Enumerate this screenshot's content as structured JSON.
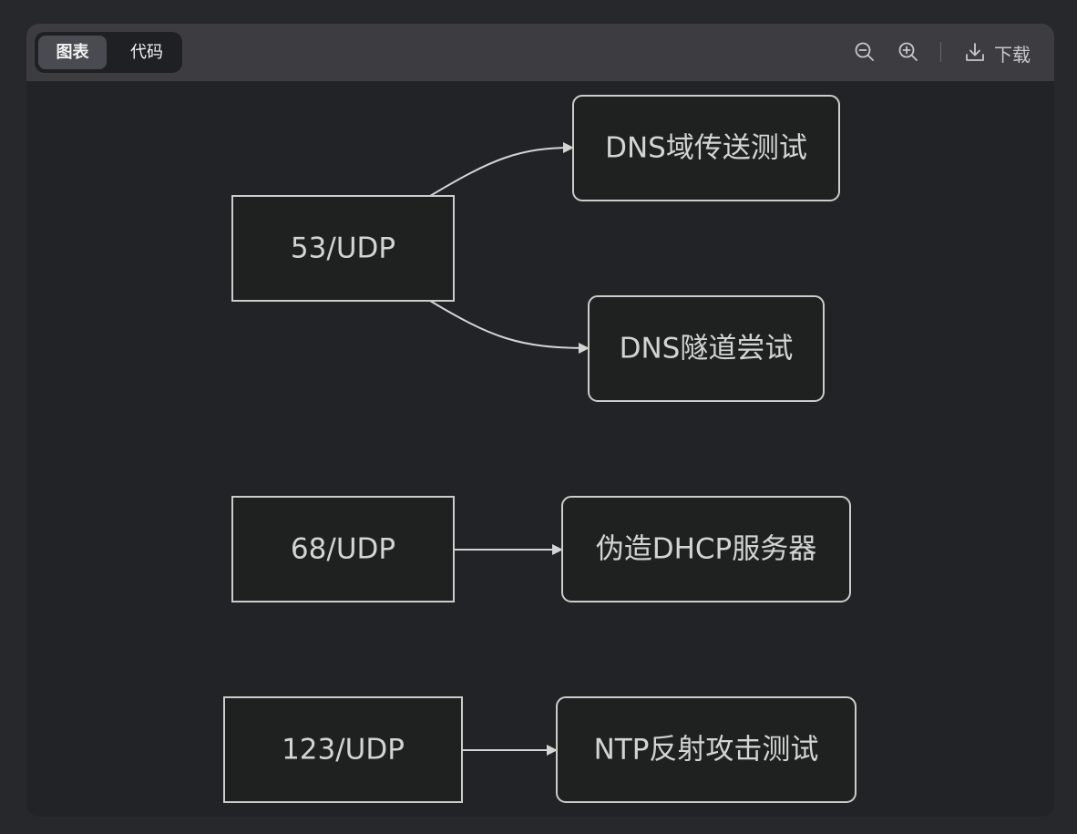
{
  "toolbar": {
    "tabs": [
      {
        "label": "图表",
        "active": true
      },
      {
        "label": "代码",
        "active": false
      }
    ],
    "zoom_out_icon": "zoom-out-icon",
    "zoom_in_icon": "zoom-in-icon",
    "download_label": "下载",
    "download_icon": "download-icon"
  },
  "colors": {
    "node_fill": "#1f2020",
    "node_stroke": "#cccccc",
    "edge": "#d4d4d4",
    "text": "#d4d4d4"
  },
  "diagram": {
    "nodes": [
      {
        "id": "n53",
        "label": "53/UDP",
        "shape": "rect"
      },
      {
        "id": "dnsxfer",
        "label": "DNS域传送测试",
        "shape": "rounded"
      },
      {
        "id": "dnstun",
        "label": "DNS隧道尝试",
        "shape": "rounded"
      },
      {
        "id": "n68",
        "label": "68/UDP",
        "shape": "rect"
      },
      {
        "id": "dhcp",
        "label": "伪造DHCP服务器",
        "shape": "rounded"
      },
      {
        "id": "n123",
        "label": "123/UDP",
        "shape": "rect"
      },
      {
        "id": "ntp",
        "label": "NTP反射攻击测试",
        "shape": "rounded"
      }
    ],
    "edges": [
      {
        "from": "n53",
        "to": "dnsxfer"
      },
      {
        "from": "n53",
        "to": "dnstun"
      },
      {
        "from": "n68",
        "to": "dhcp"
      },
      {
        "from": "n123",
        "to": "ntp"
      }
    ]
  }
}
